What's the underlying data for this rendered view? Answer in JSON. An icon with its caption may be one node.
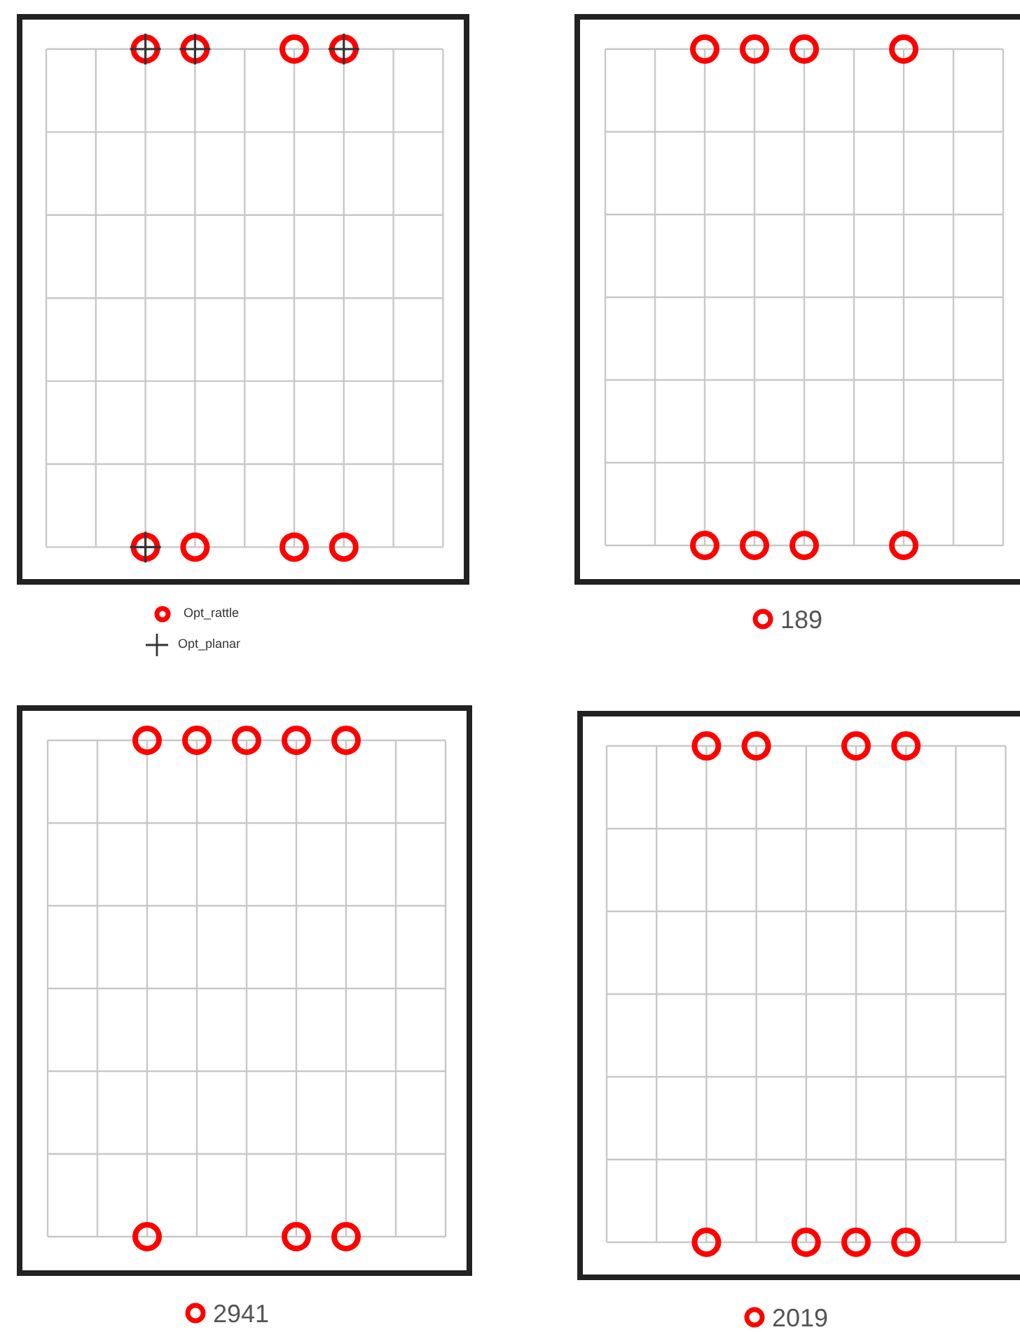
{
  "diagram": {
    "labels": [
      "189",
      "2941",
      "2019"
    ],
    "legend": [
      {
        "text": "Opt_rattle"
      },
      {
        "text": "Opt_planar"
      }
    ]
  }
}
